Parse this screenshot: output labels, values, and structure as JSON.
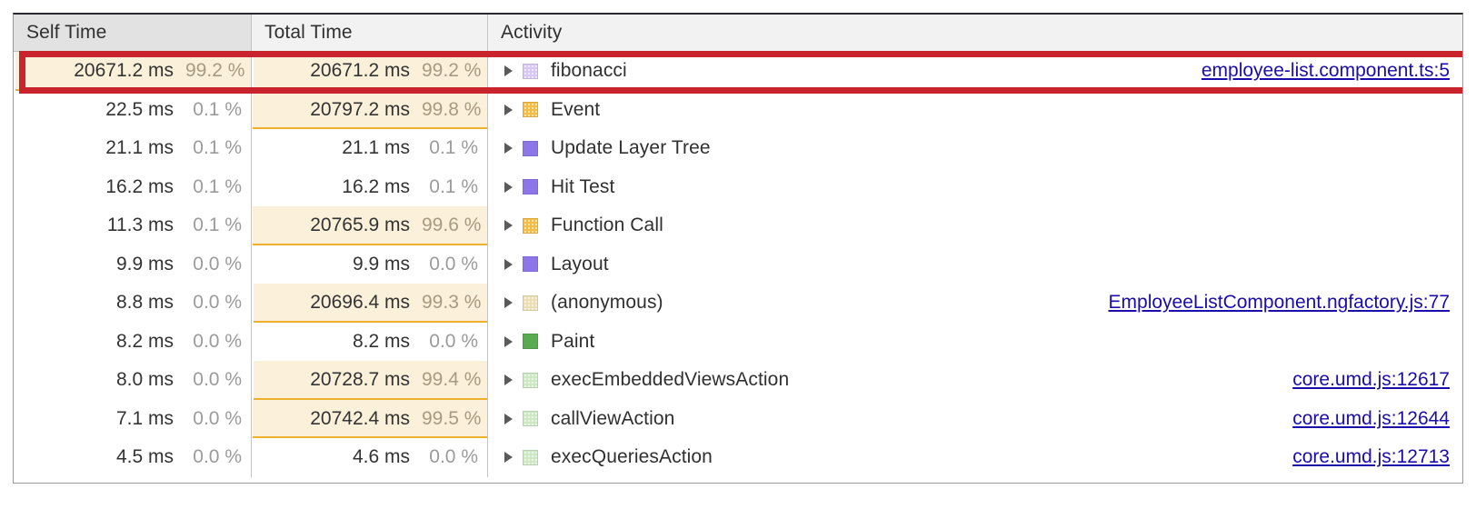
{
  "panel": {
    "name": "performance-bottom-up-tree"
  },
  "columns": {
    "self_time": "Self Time",
    "total_time": "Total Time",
    "activity": "Activity"
  },
  "annotation": {
    "color": "#c9232d",
    "target_row": 0,
    "label": "fibonacci"
  },
  "colors": {
    "bar_fill": "#fbf0d9",
    "bar_underline": "#eeb12e",
    "link": "#1a0dab",
    "scripting": "#f4bd46",
    "rendering": "#8d76e8",
    "painting": "#5aaa50"
  },
  "rows": [
    {
      "self_ms": "20671.2 ms",
      "self_pct": "99.2 %",
      "self_bar": 99.2,
      "total_ms": "20671.2 ms",
      "total_pct": "99.2 %",
      "total_bar": 99.2,
      "activity": "fibonacci",
      "swatch": "#d9c9f2",
      "swatch_style": "speckled",
      "source": "employee-list.component.ts:5",
      "highlighted": true
    },
    {
      "self_ms": "22.5 ms",
      "self_pct": "0.1 %",
      "self_bar": 0,
      "total_ms": "20797.2 ms",
      "total_pct": "99.8 %",
      "total_bar": 99.8,
      "activity": "Event",
      "swatch": "#f4bd46",
      "swatch_style": "speckled",
      "source": "",
      "highlighted": false
    },
    {
      "self_ms": "21.1 ms",
      "self_pct": "0.1 %",
      "self_bar": 0,
      "total_ms": "21.1 ms",
      "total_pct": "0.1 %",
      "total_bar": 0,
      "activity": "Update Layer Tree",
      "swatch": "#8d76e8",
      "swatch_style": "solid",
      "source": "",
      "highlighted": false
    },
    {
      "self_ms": "16.2 ms",
      "self_pct": "0.1 %",
      "self_bar": 0,
      "total_ms": "16.2 ms",
      "total_pct": "0.1 %",
      "total_bar": 0,
      "activity": "Hit Test",
      "swatch": "#8d76e8",
      "swatch_style": "solid",
      "source": "",
      "highlighted": false
    },
    {
      "self_ms": "11.3 ms",
      "self_pct": "0.1 %",
      "self_bar": 0,
      "total_ms": "20765.9 ms",
      "total_pct": "99.6 %",
      "total_bar": 99.6,
      "activity": "Function Call",
      "swatch": "#f4bd46",
      "swatch_style": "speckled",
      "source": "",
      "highlighted": false
    },
    {
      "self_ms": "9.9 ms",
      "self_pct": "0.0 %",
      "self_bar": 0,
      "total_ms": "9.9 ms",
      "total_pct": "0.0 %",
      "total_bar": 0,
      "activity": "Layout",
      "swatch": "#8d76e8",
      "swatch_style": "solid",
      "source": "",
      "highlighted": false
    },
    {
      "self_ms": "8.8 ms",
      "self_pct": "0.0 %",
      "self_bar": 0,
      "total_ms": "20696.4 ms",
      "total_pct": "99.3 %",
      "total_bar": 99.3,
      "activity": "(anonymous)",
      "swatch": "#ecdfb6",
      "swatch_style": "speckled",
      "source": "EmployeeListComponent.ngfactory.js:77",
      "highlighted": false
    },
    {
      "self_ms": "8.2 ms",
      "self_pct": "0.0 %",
      "self_bar": 0,
      "total_ms": "8.2 ms",
      "total_pct": "0.0 %",
      "total_bar": 0,
      "activity": "Paint",
      "swatch": "#5aaa50",
      "swatch_style": "solid",
      "source": "",
      "highlighted": false
    },
    {
      "self_ms": "8.0 ms",
      "self_pct": "0.0 %",
      "self_bar": 0,
      "total_ms": "20728.7 ms",
      "total_pct": "99.4 %",
      "total_bar": 99.4,
      "activity": "execEmbeddedViewsAction",
      "swatch": "#cfe8c4",
      "swatch_style": "speckled",
      "source": "core.umd.js:12617",
      "highlighted": false
    },
    {
      "self_ms": "7.1 ms",
      "self_pct": "0.0 %",
      "self_bar": 0,
      "total_ms": "20742.4 ms",
      "total_pct": "99.5 %",
      "total_bar": 99.5,
      "activity": "callViewAction",
      "swatch": "#cfe8c4",
      "swatch_style": "speckled",
      "source": "core.umd.js:12644",
      "highlighted": false
    },
    {
      "self_ms": "4.5 ms",
      "self_pct": "0.0 %",
      "self_bar": 0,
      "total_ms": "4.6 ms",
      "total_pct": "0.0 %",
      "total_bar": 0,
      "activity": "execQueriesAction",
      "swatch": "#cfe8c4",
      "swatch_style": "speckled",
      "source": "core.umd.js:12713",
      "highlighted": false
    }
  ]
}
